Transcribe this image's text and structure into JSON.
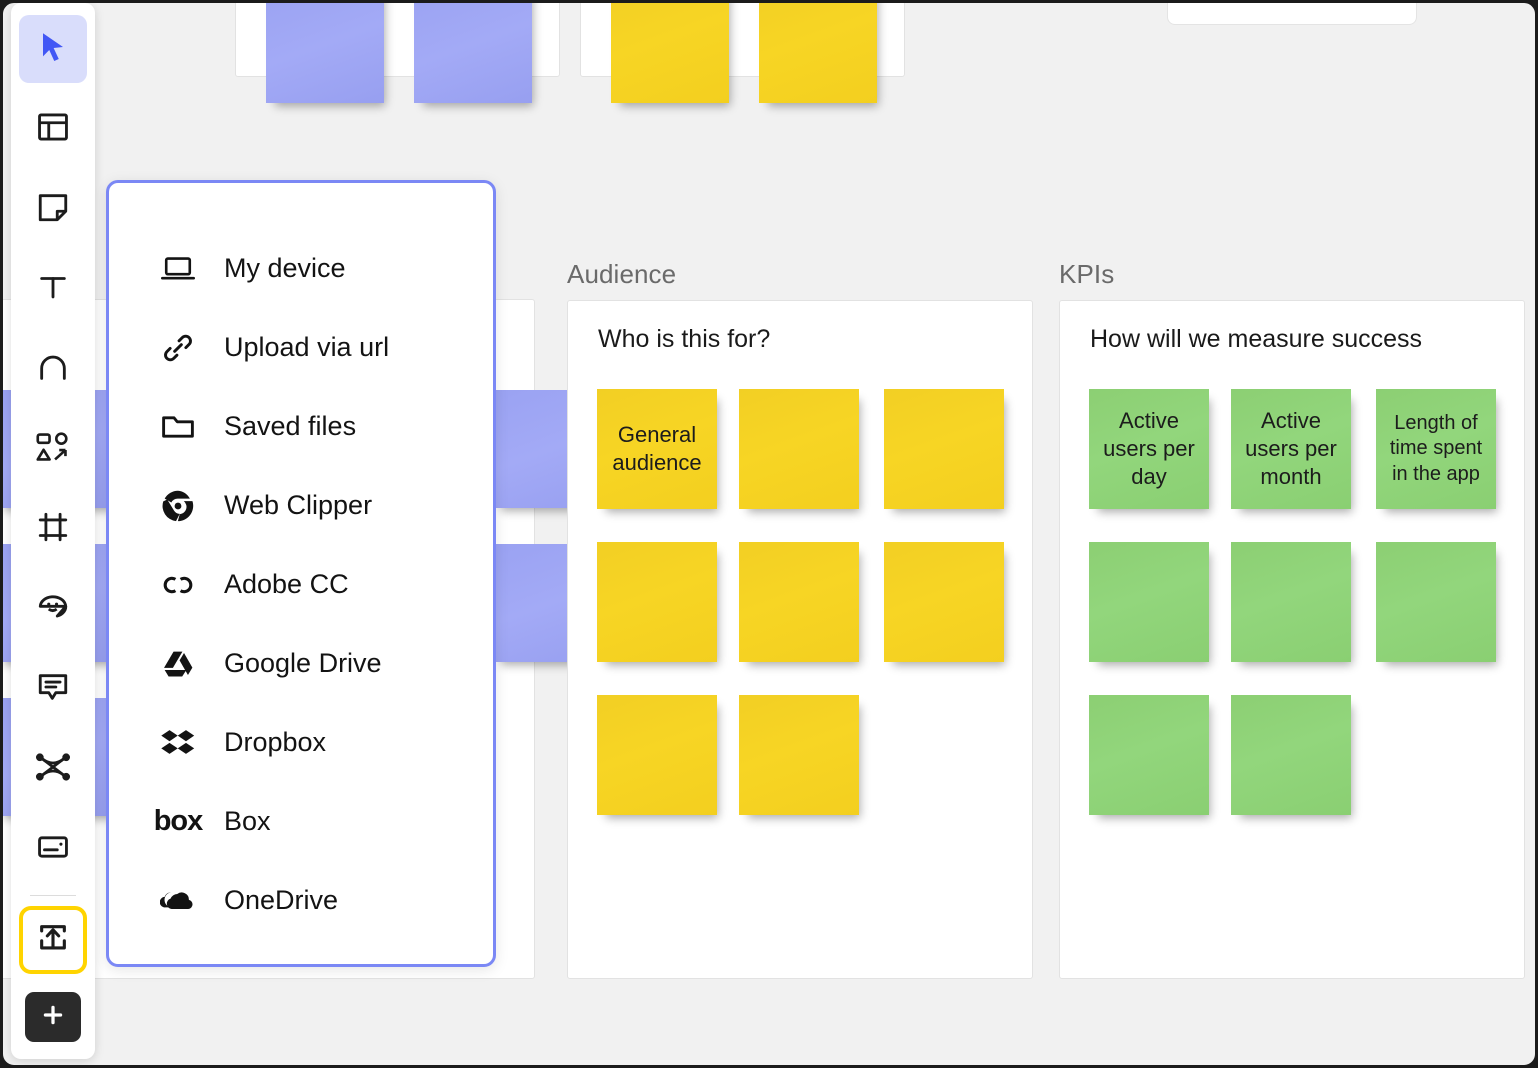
{
  "app": {
    "background_color": "#f1f1f1",
    "accent_color": "#4257f5",
    "menu_border_color": "#7b88f5",
    "highlight_color": "#ffd400"
  },
  "toolbar": {
    "items": [
      {
        "name": "select-tool",
        "icon": "cursor-arrow-icon",
        "selected": true
      },
      {
        "name": "template-tool",
        "icon": "template-grid-icon",
        "selected": false
      },
      {
        "name": "sticky-note-tool",
        "icon": "sticky-note-icon",
        "selected": false
      },
      {
        "name": "text-tool",
        "icon": "text-t-icon",
        "selected": false
      },
      {
        "name": "shape-tool",
        "icon": "shape-arch-icon",
        "selected": false
      },
      {
        "name": "connector-tool",
        "icon": "shapes-connector-icon",
        "selected": false
      },
      {
        "name": "frame-tool",
        "icon": "frame-icon",
        "selected": false
      },
      {
        "name": "emoji-tool",
        "icon": "sticker-smiley-icon",
        "selected": false
      },
      {
        "name": "comment-tool",
        "icon": "comment-bubble-icon",
        "selected": false
      },
      {
        "name": "connection-tool",
        "icon": "crossed-links-icon",
        "selected": false
      },
      {
        "name": "card-tool",
        "icon": "card-icon",
        "selected": false
      },
      {
        "name": "upload-tool",
        "icon": "upload-box-arrow-icon",
        "selected": false,
        "highlighted": true
      },
      {
        "name": "add-more-tool",
        "icon": "plus-icon",
        "selected": false,
        "dark": true
      }
    ]
  },
  "upload_menu": {
    "items": [
      {
        "label": "My device",
        "icon": "laptop-icon"
      },
      {
        "label": "Upload via url",
        "icon": "link-chain-icon"
      },
      {
        "label": "Saved files",
        "icon": "folder-icon"
      },
      {
        "label": "Web Clipper",
        "icon": "chrome-icon"
      },
      {
        "label": "Adobe CC",
        "icon": "adobe-cc-icon"
      },
      {
        "label": "Google Drive",
        "icon": "google-drive-icon"
      },
      {
        "label": "Dropbox",
        "icon": "dropbox-icon"
      },
      {
        "label": "Box",
        "icon": "box-icon"
      },
      {
        "label": "OneDrive",
        "icon": "onedrive-cloud-icon"
      }
    ]
  },
  "board": {
    "panels": [
      {
        "id": "audience",
        "title": "Audience",
        "heading": "Who is this for?",
        "note_color": "yellow",
        "notes": [
          {
            "text": "General audience"
          },
          {
            "text": ""
          },
          {
            "text": ""
          },
          {
            "text": ""
          },
          {
            "text": ""
          },
          {
            "text": ""
          },
          {
            "text": ""
          },
          {
            "text": ""
          }
        ]
      },
      {
        "id": "kpis",
        "title": "KPIs",
        "heading": "How will we measure success",
        "note_color": "green",
        "notes": [
          {
            "text": "Active users per day"
          },
          {
            "text": "Active users per month"
          },
          {
            "text": "Length of time spent in the app",
            "small": true
          },
          {
            "text": ""
          },
          {
            "text": ""
          },
          {
            "text": ""
          },
          {
            "text": ""
          },
          {
            "text": ""
          }
        ]
      }
    ]
  }
}
